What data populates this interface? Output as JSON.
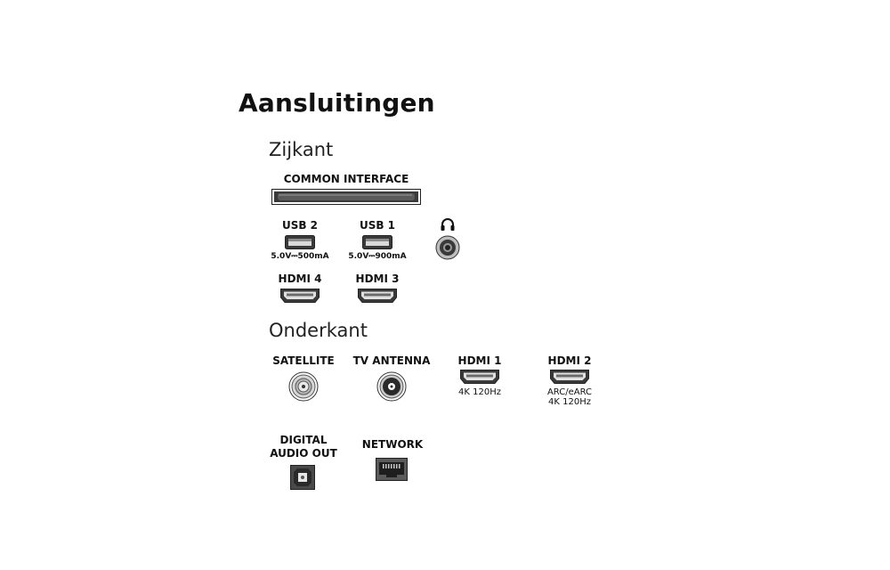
{
  "title": "Aansluitingen",
  "side": {
    "heading": "Zijkant",
    "common_interface": "COMMON INTERFACE",
    "usb2": {
      "label": "USB 2",
      "rating": "5.0V⎓500mA"
    },
    "usb1": {
      "label": "USB 1",
      "rating": "5.0V⎓900mA"
    },
    "headphone_icon": "headphone-icon",
    "hdmi4": "HDMI 4",
    "hdmi3": "HDMI 3"
  },
  "bottom": {
    "heading": "Onderkant",
    "satellite": "SATELLITE",
    "tv_antenna": "TV ANTENNA",
    "hdmi1": {
      "label": "HDMI 1",
      "note": "4K 120Hz"
    },
    "hdmi2": {
      "label": "HDMI 2",
      "note1": "ARC/eARC",
      "note2": "4K 120Hz"
    },
    "digital_audio_out": {
      "line1": "DIGITAL",
      "line2": "AUDIO OUT"
    },
    "network": "NETWORK"
  },
  "colors": {
    "port_fill": "#3a3a3a",
    "port_dark": "#111111",
    "port_gray": "#bdbdbd"
  }
}
